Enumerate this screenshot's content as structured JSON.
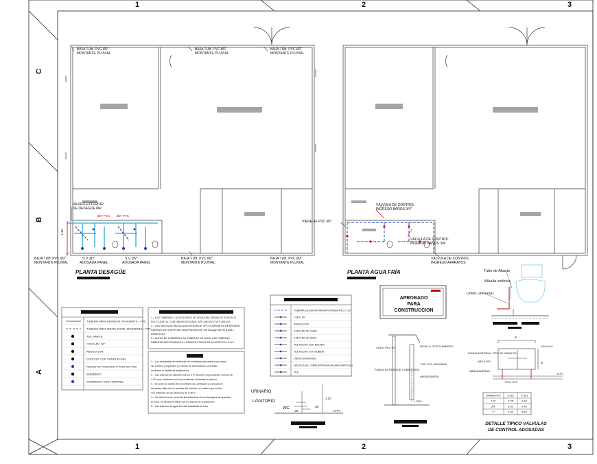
{
  "grid": {
    "columns": [
      "1",
      "2",
      "3"
    ],
    "rows": [
      "C",
      "B",
      "A"
    ]
  },
  "drainage_plan": {
    "title": "PLANTA DESAGÜE",
    "callouts": [
      "BAJA TUB. PVC Ø2\"",
      "MONTANTE PLUVIAL",
      "BAJA TUB. PVC Ø2\"",
      "MONTANTE PLUVIAL",
      "BAJA TUB. PVC Ø2\"",
      "MONTANTE PLUVIAL",
      "VA RED EXTERIOR",
      "DE DESAGÜE Ø4\"",
      "BAJA TUB. PVC Ø2\"",
      "MONTANTE PLUVIAL",
      "BAJA TUB. PVC Ø2\"",
      "MONTANTE PLUVIAL",
      "S.V. Ø2\"",
      "ADOSADA PANEL",
      "S.V. Ø2\"",
      "ADOSADA PANEL"
    ]
  },
  "water_plan": {
    "title": "PLANTA AGUA FRÍA",
    "callouts": [
      "VÁLVULA DE CONTROL",
      "INGRESO BAÑOS 3/4\"",
      "VIENE AF PVC Ø1\"",
      "VÁLVULA DE CONTROL",
      "INGRESO BAÑOS 3/4\"",
      "VÁLVULA DE CONTROL",
      "INGRESO APARATOS"
    ]
  },
  "approval_stamp": {
    "line1": "APROBADO",
    "line2": "PARA",
    "line3": "CONSTRUCCION"
  },
  "legend": {
    "rows": [
      "TUBERIA PARA DESAGUE, PENDIENTE – PVC",
      "TUBERIA PARA VENTILACION, PENDIENTE – PVC",
      "TEE SIMPLE",
      "CODO 45°, 90°",
      "REDUCCION",
      "CODO 90° CON VENTILACION",
      "REGISTRO ROSCADO A PISO DE PISO",
      "SUMIDERO",
      "SOMBRERO CON TERMINAL"
    ]
  },
  "notes": {
    "lines": [
      "1.– LAS TUBERIAS Y ACCESORIOS DE AGUA FRIA SERAN DE PLASTICO",
      "PVC CLASE 10, CON UNION ROSCADA, NTP 399.002 Y NTP 399.019",
      "2.– LAS VALVULAS INSTALADAS SERAN DE TIPO COMPUERTA DE BRONCE",
      "CAPACES DE SOPORTAR UNA PRESION DE 125 lb/pulg2, ASTM B 584 y",
      "ASME B16.5",
      "3.– ANTES DE CUBRIRSE LAS TUBERIAS DE AGUA, LAS TUBERIAS",
      "DEBERAN SER PROBADAS Y DESINFECTADAS DE ACUERDO AL R.N.E."
    ]
  },
  "notes2": {
    "lines": [
      "1.– Los montantes de ventilación se instalarán adosados a los muros",
      "del módulo y sujetados por medio de abrazaderas colocadas",
      "conforme al detalle de arquitectura",
      "2.– Las tuberías de diámetro menor a 4\" tendrán una pendiente mínima de",
      "1.5% y se instalarán con las pendientes indicadas en planos",
      "3.– El punto de salida de la montante de ventilación se ubicará en",
      "las partes altas de los paneles del módulo, se cuidará que exista",
      "una distancia de las aberturas de 0.30 m",
      "4.– Se deberá tener presente las distancias de los desagües de aparatos",
      "al muro, se deberá verificar con los planos de arquitectura",
      "5.– Las tuberías de agua fría irán instaladas en losa"
    ]
  },
  "accessories_table": {
    "rows": [
      "TUBERIA DE AGUA FRIA EMPOTRADA PVC C–10",
      "CODO 90°",
      "REDUCCION",
      "CODO DE 90° SUBE",
      "CODO DE 90° BAJA",
      "TEE PECHO CON BAJADA",
      "TEE PECHO CON SUBIDA",
      "UNION UNIVERSAL",
      "VALVULA DE COMPUERTA (INSTALADA VERTICAL)",
      "TEE"
    ]
  },
  "heights_detail": {
    "labels": [
      "URINARIO",
      "LAVATORIO",
      "WC",
      "N.P.T"
    ],
    "dims": [
      "1.20",
      ".55",
      ".30"
    ]
  },
  "panel_section": {
    "labels": [
      "CODO PVC 90°",
      "REJILLA TIPO SUMIDERO",
      "TUB. PVC ADOSADA",
      "FUNDA INTERNA DE COBERTURA",
      "ABRAZADERA",
      "LOSA"
    ]
  },
  "valve_detail": {
    "callouts": [
      "Tubo de Abasto",
      "Válvula esférica",
      "Unión Universal"
    ],
    "box_labels": [
      "FUNDA MATERIAL TIPO DE PANELES",
      "NIPLE Ø2\"",
      "ABRAZADERAS",
      "VÁLVULA",
      "PVC–C10",
      "N.P.T"
    ],
    "dims": [
      "a",
      "b"
    ],
    "title_line1": "DETALLE TÍPICO VÁLVULAS",
    "title_line2": "DE CONTROL ADOSADAS",
    "table": {
      "headers": [
        "DIAMETRO",
        "a (m)",
        "b (m)"
      ],
      "rows": [
        [
          "1/2\"",
          "0.25",
          "0.40"
        ],
        [
          "3/4\"",
          "0.30",
          "0.40"
        ],
        [
          "1\"",
          "0.30",
          "0.40"
        ]
      ]
    }
  },
  "drainage_labels": [
    "Ø4\" PVC",
    "Ø2\" PVC"
  ],
  "colors": {
    "ink": "#111111",
    "red": "#c00000",
    "cyan": "#27a7d6",
    "blue": "#1f3fbf",
    "gray": "#8a8a8a"
  }
}
